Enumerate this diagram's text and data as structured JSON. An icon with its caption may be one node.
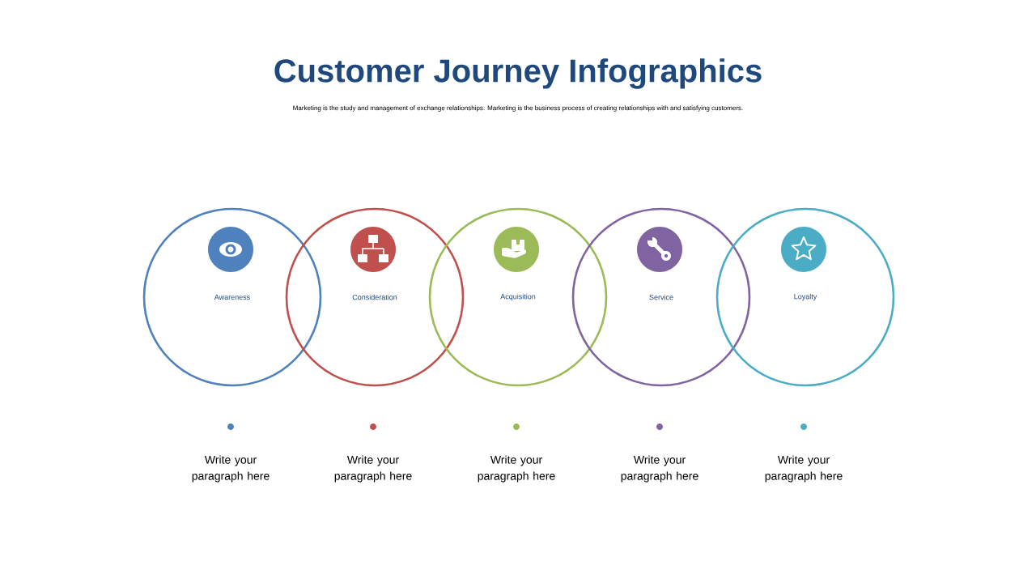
{
  "diagram": {
    "title": "Customer Journey Infographics",
    "nodes": [
      {
        "text": [
          "Awareness"
        ]
      },
      {
        "text": [
          "Consideration"
        ]
      },
      {
        "text": [
          "Acquisition"
        ]
      },
      {
        "text": [
          "Service"
        ]
      },
      {
        "text": [
          "Loyalty"
        ]
      }
    ],
    "labels": [
      "Marketing is the study and management of exchange relationships. Marketing is the business process of creating relationships with and satisfying customers.",
      "Write your paragraph here",
      "Write your paragraph here",
      "Write your paragraph here",
      "Write your paragraph here",
      "Write your paragraph here"
    ]
  }
}
